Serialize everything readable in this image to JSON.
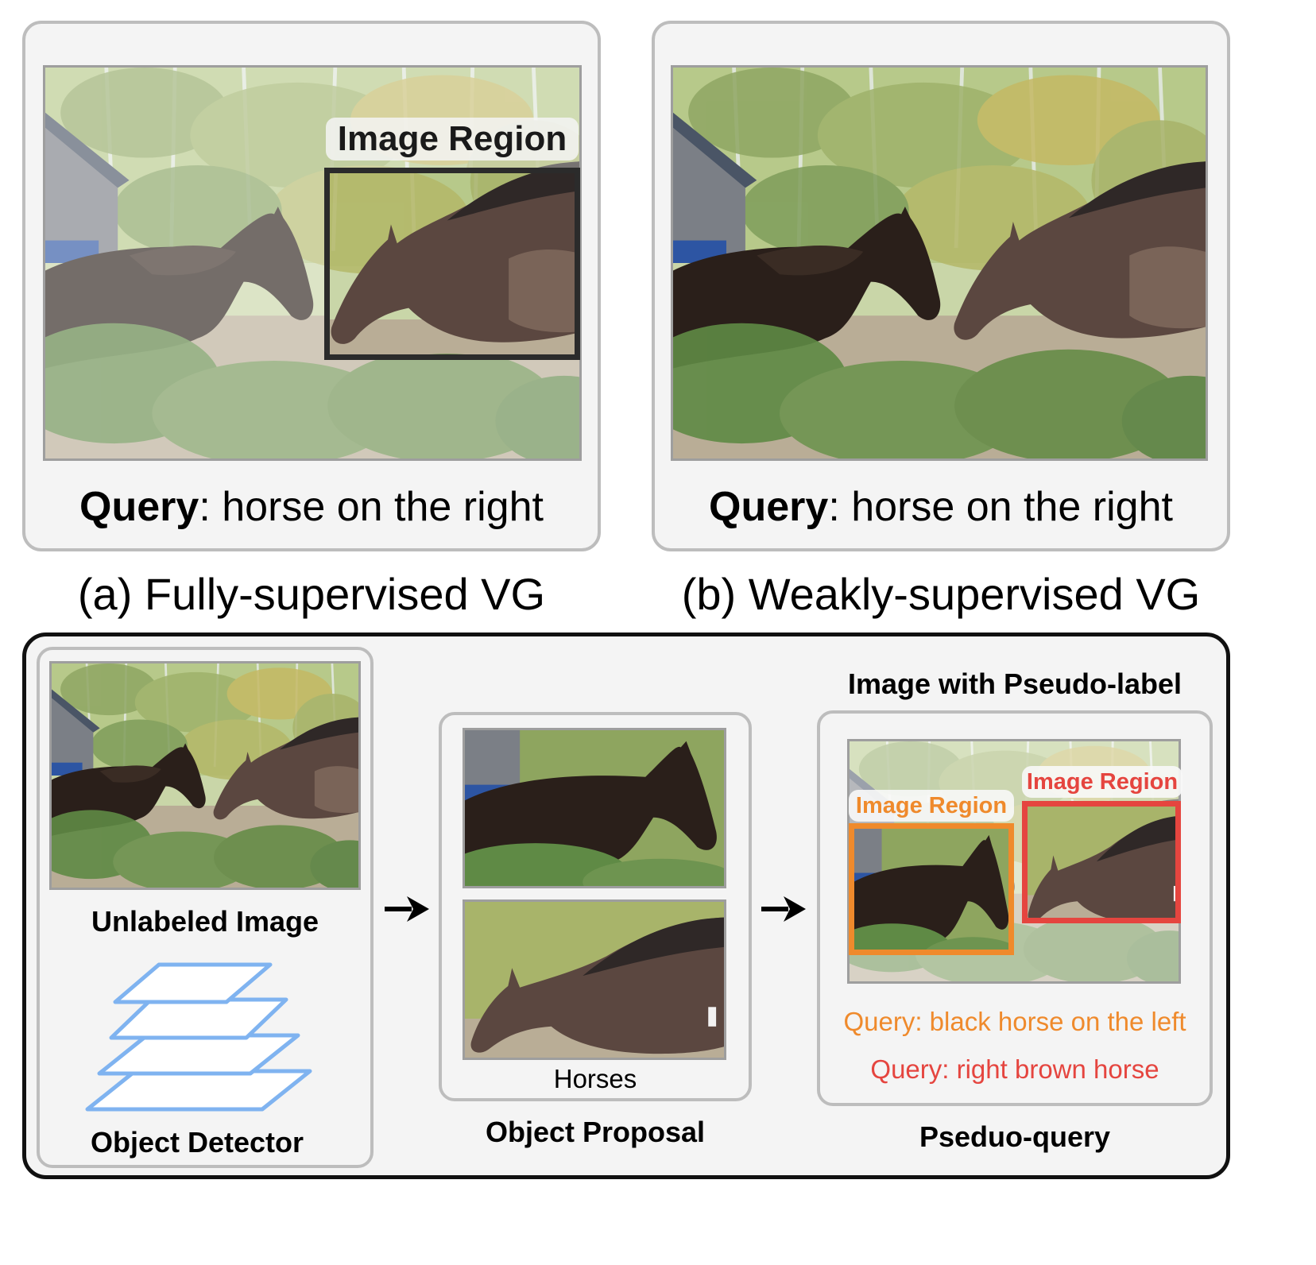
{
  "panel_a": {
    "region_label": "Image Region",
    "query_bold": "Query",
    "query_rest": ": horse on the right",
    "caption": "(a) Fully-supervised VG"
  },
  "panel_b": {
    "query_bold": "Query",
    "query_rest": ": horse on the right",
    "caption": "(b) Weakly-supervised VG"
  },
  "pipeline": {
    "unlabeled_image": "Unlabeled Image",
    "object_detector": "Object Detector",
    "horses": "Horses",
    "object_proposal": "Object Proposal",
    "pseudo_label_title": "Image with Pseudo-label",
    "region_label_orange": "Image Region",
    "region_label_red": "Image Region",
    "query_orange": "Query: black horse on the left",
    "query_red": "Query: right brown horse",
    "pseudo_query": "Pseduo-query"
  },
  "colors": {
    "orange": "#ef8a2c",
    "red": "#e5453f",
    "detector_blue": "#7fb3f0"
  },
  "icons": [
    "arrow-right-icon",
    "layers-icon"
  ]
}
